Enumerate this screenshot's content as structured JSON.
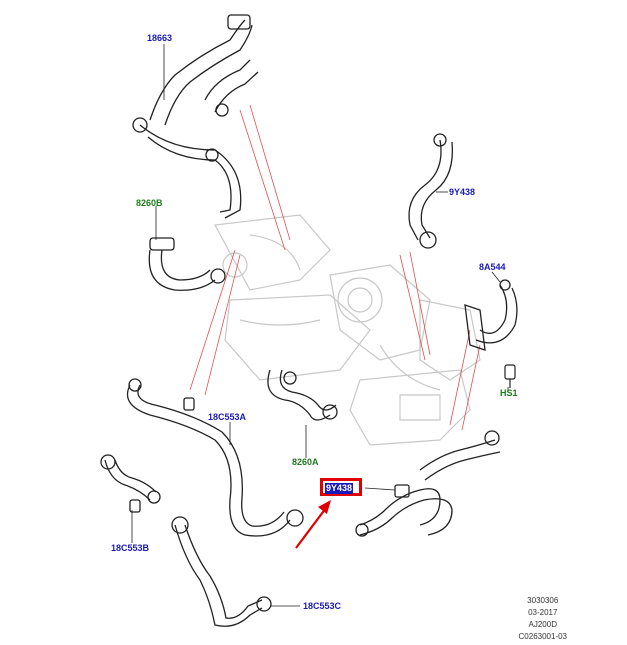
{
  "labels": {
    "l18663": "18663",
    "l8260b": "8260B",
    "l9y438_top": "9Y438",
    "l8a544": "8A544",
    "lhs1": "HS1",
    "l18c553a": "18C553A",
    "l8260a": "8260A",
    "l9y438_highlight": "9Y438",
    "l18c553b": "18C553B",
    "l18c553c": "18C553C"
  },
  "reference": {
    "line1": "3030306",
    "line2": "03-2017",
    "line3": "AJ200D",
    "line4": "C0263001-03"
  },
  "colors": {
    "part_label": "#1a1ab8",
    "group_label": "#1e7a1e",
    "highlight": "#e00000",
    "leader": "#e05050"
  }
}
